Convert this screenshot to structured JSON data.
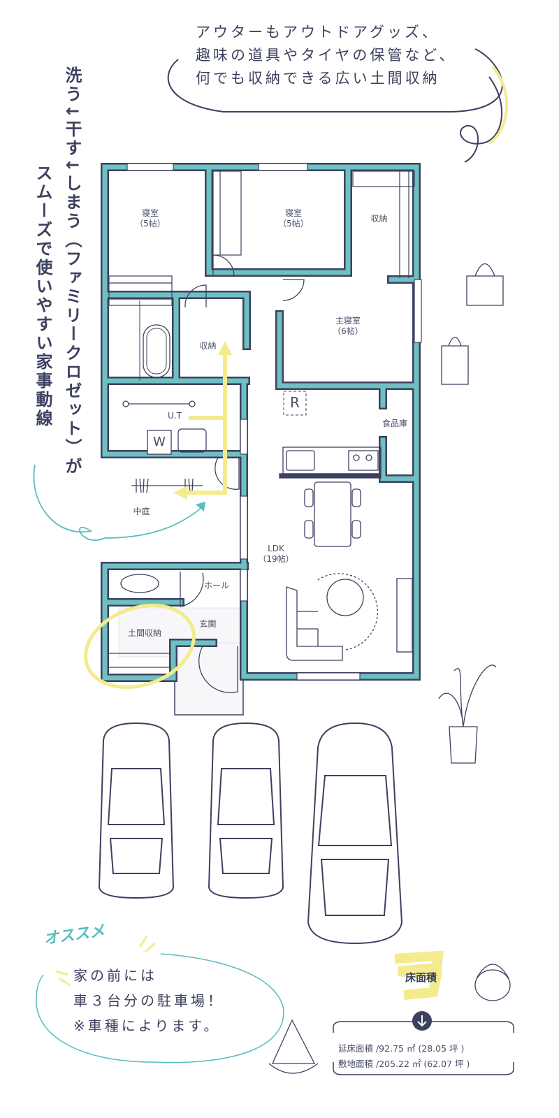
{
  "colors": {
    "wall": "#6fc0c0",
    "ink": "#3d4160",
    "highlight": "#f3eb8e",
    "accent": "#5bbcbc"
  },
  "callout_top": {
    "lines": [
      "アウターもアウトドアグッズ、",
      "趣味の道具やタイヤの保管など、",
      "何でも収納できる広い土間収納"
    ]
  },
  "callout_left": {
    "line1": "洗う↓干す↓しまう（ファミリークロゼット）が",
    "line2": "スムーズで使いやすい家事動線"
  },
  "rooms": {
    "bedroom1": {
      "name": "寝室",
      "size": "（5帖）"
    },
    "bedroom2": {
      "name": "寝室",
      "size": "（5帖）"
    },
    "storage_top": "収納",
    "master": {
      "name": "主寝室",
      "size": "（6帖）"
    },
    "storage_mid": "収納",
    "ut": "U.T",
    "washer": "W",
    "fridge": "R",
    "pantry": "食品庫",
    "courtyard": "中庭",
    "ldk": {
      "name": "LDK",
      "size": "（19帖）"
    },
    "hall": "ホール",
    "entrance": "玄関",
    "doma_storage": "土間収納"
  },
  "recommend": {
    "badge": "オススメ",
    "lines": [
      "家の前には",
      "車３台分の駐車場！",
      "※車種によります。"
    ]
  },
  "floor_area": {
    "title": "床面積",
    "total": "延床面積 /92.75 ㎡ (28.05 坪 )",
    "site": "敷地面積 /205.22 ㎡ (62.07 坪 )"
  }
}
